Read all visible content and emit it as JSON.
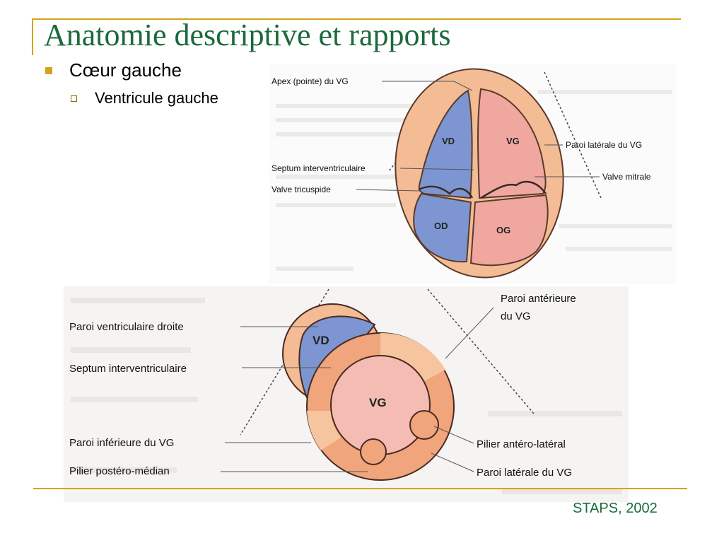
{
  "slide": {
    "title": "Anatomie descriptive et rapports",
    "bullet_level1": "Cœur gauche",
    "bullet_level2": "Ventricule gauche",
    "footer": "STAPS, 2002"
  },
  "diagram_top": {
    "chambers": {
      "vd": "VD",
      "vg": "VG",
      "od": "OD",
      "og": "OG"
    },
    "labels": {
      "apex": "Apex (pointe) du VG",
      "septum": "Septum interventriculaire",
      "tricuspide": "Valve tricuspide",
      "paroi_laterale": "Paroi latérale du VG",
      "mitrale": "Valve mitrale"
    }
  },
  "diagram_bottom": {
    "chambers": {
      "vd": "VD",
      "vg": "VG"
    },
    "labels": {
      "paroi_vd": "Paroi ventriculaire droite",
      "septum": "Septum interventriculaire",
      "paroi_inferieure": "Paroi inférieure du VG",
      "pilier_postero": "Pilier postéro-médian",
      "paroi_anterieure_1": "Paroi antérieure",
      "paroi_anterieure_2": "du VG",
      "pilier_antero": "Pilier antéro-latéral",
      "paroi_laterale": "Paroi latérale du VG"
    }
  },
  "colors": {
    "title_green": "#1a6a3a",
    "accent_gold": "#d4a21c",
    "wall_tan": "#f3bc95",
    "wall_orange": "#f0a57c",
    "right_blue": "#7d96d2",
    "left_pink": "#f0a7a0",
    "left_pink_light": "#f4bcb3"
  }
}
